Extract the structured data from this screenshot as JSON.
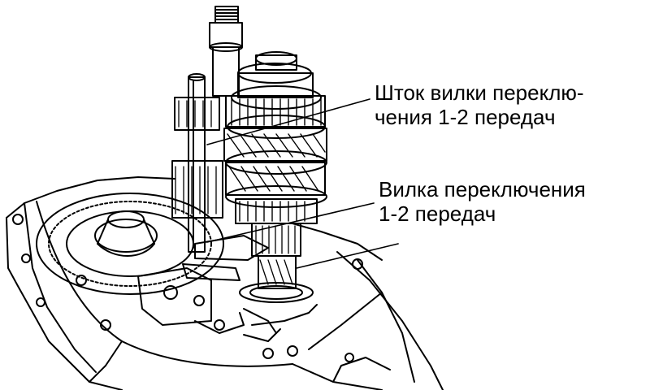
{
  "callouts": {
    "shift_rod": {
      "line1": "Шток вилки переклю-",
      "line2": "чения 1-2 передач"
    },
    "shift_fork": {
      "line1": "Вилка переключения",
      "line2": "1-2 передач"
    }
  },
  "colors": {
    "ink": "#000000",
    "paper": "#ffffff"
  }
}
